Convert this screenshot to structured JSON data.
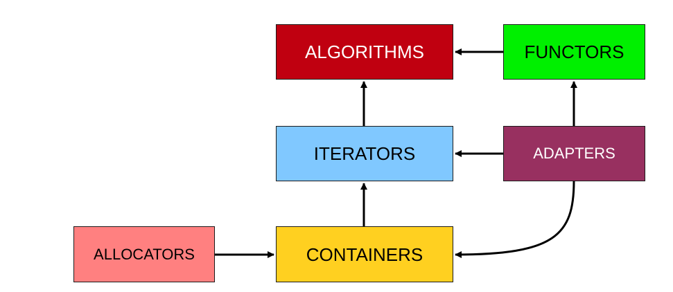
{
  "diagram": {
    "nodes": {
      "algorithms": {
        "label": "ALGORITHMS",
        "fill": "#c00010",
        "text_color": "#ffffff"
      },
      "functors": {
        "label": "FUNCTORS",
        "fill": "#00f000",
        "text_color": "#000000"
      },
      "iterators": {
        "label": "ITERATORS",
        "fill": "#80c8ff",
        "text_color": "#000000"
      },
      "adapters": {
        "label": "ADAPTERS",
        "fill": "#983060",
        "text_color": "#ffffff"
      },
      "containers": {
        "label": "CONTAINERS",
        "fill": "#ffd020",
        "text_color": "#000000"
      },
      "allocators": {
        "label": "ALLOCATORS",
        "fill": "#ff8080",
        "text_color": "#000000"
      }
    },
    "edges": [
      {
        "from": "functors",
        "to": "algorithms"
      },
      {
        "from": "iterators",
        "to": "algorithms"
      },
      {
        "from": "adapters",
        "to": "functors"
      },
      {
        "from": "adapters",
        "to": "iterators"
      },
      {
        "from": "containers",
        "to": "iterators"
      },
      {
        "from": "adapters",
        "to": "containers"
      },
      {
        "from": "allocators",
        "to": "containers"
      }
    ],
    "edge_color": "#000000"
  }
}
